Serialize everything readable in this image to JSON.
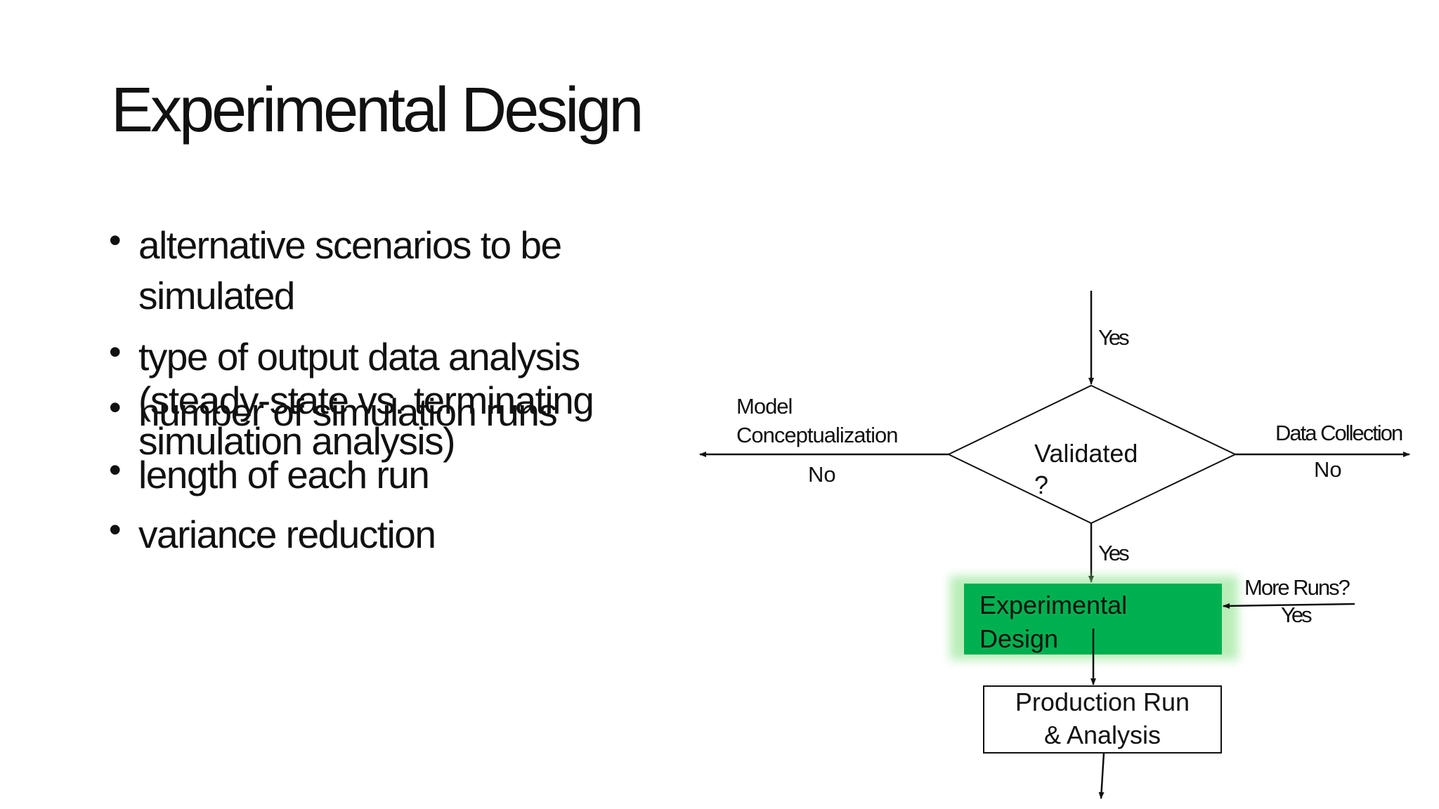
{
  "title": "Experimental Design",
  "bullets": [
    {
      "lines": [
        "alternative scenarios to be",
        "simulated"
      ]
    },
    {
      "lines": [
        "type of output data analysis",
        "(steady-state  vs. terminating",
        "simulation analysis)"
      ]
    },
    {
      "lines": [
        "number of simulation runs"
      ]
    },
    {
      "lines": [
        "length of each run"
      ]
    },
    {
      "lines": [
        "variance reduction"
      ]
    }
  ],
  "diagram": {
    "yes_top": "Yes",
    "left_target": [
      "Model",
      "Conceptualization"
    ],
    "left_no": "No",
    "right_target": "Data Collection",
    "right_no": "No",
    "decision": [
      "Validated",
      "?"
    ],
    "yes_bottom": "Yes",
    "experimental_design": [
      "Experimental",
      "Design"
    ],
    "more_runs": "More Runs?",
    "more_runs_yes": "Yes",
    "production": [
      "Production Run",
      "& Analysis"
    ],
    "highlight_color": "#00b050"
  }
}
